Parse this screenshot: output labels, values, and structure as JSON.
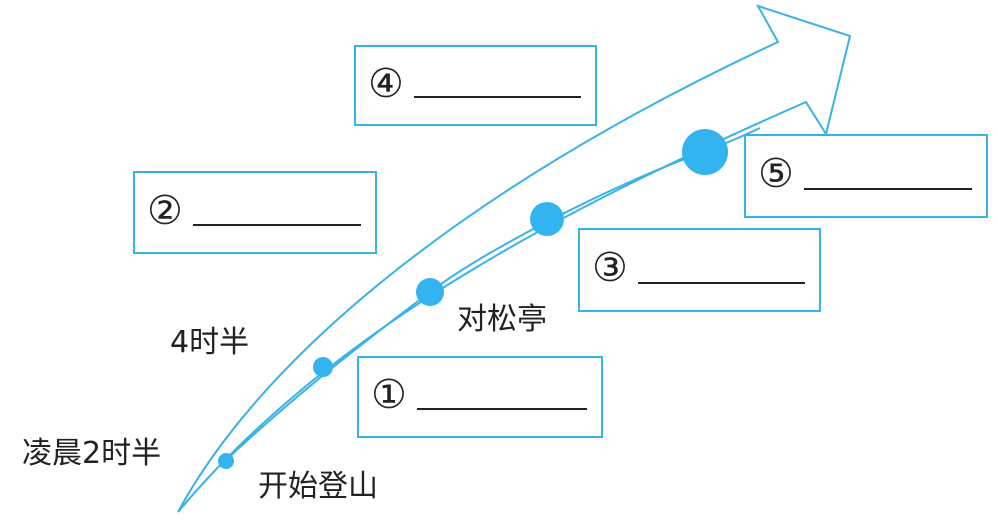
{
  "labels": {
    "time_430": "4时半",
    "time_230": "凌晨2时半",
    "start": "开始登山",
    "pavilion": "对松亭"
  },
  "boxes": {
    "b1": "①",
    "b2": "②",
    "b3": "③",
    "b4": "④",
    "b5": "⑤"
  },
  "colors": {
    "accent": "#39b2e6",
    "dot": "#33b4ee",
    "text": "#222222"
  }
}
